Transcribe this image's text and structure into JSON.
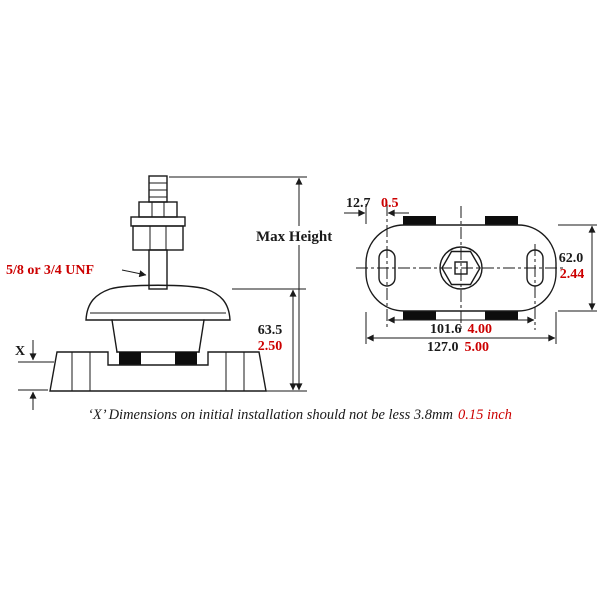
{
  "colors": {
    "ink": "#1a1a1a",
    "dimension_red": "#cc0000"
  },
  "side_view": {
    "thread_label": "5/8 or 3/4 UNF",
    "max_height_label": "Max Height",
    "height_mm": "63.5",
    "height_in": "2.50",
    "gap_label": "X"
  },
  "top_view": {
    "edge_to_slot_mm": "12.7",
    "edge_to_slot_in": "0.5",
    "body_width_mm": "62.0",
    "body_width_in": "2.44",
    "slot_centres_mm": "101.6",
    "slot_centres_in": "4.00",
    "overall_length_mm": "127.0",
    "overall_length_in": "5.00"
  },
  "footnote": {
    "note": "‘X’ Dimensions on initial installation should not be less 3.8mm",
    "note_inch": "0.15 inch"
  }
}
